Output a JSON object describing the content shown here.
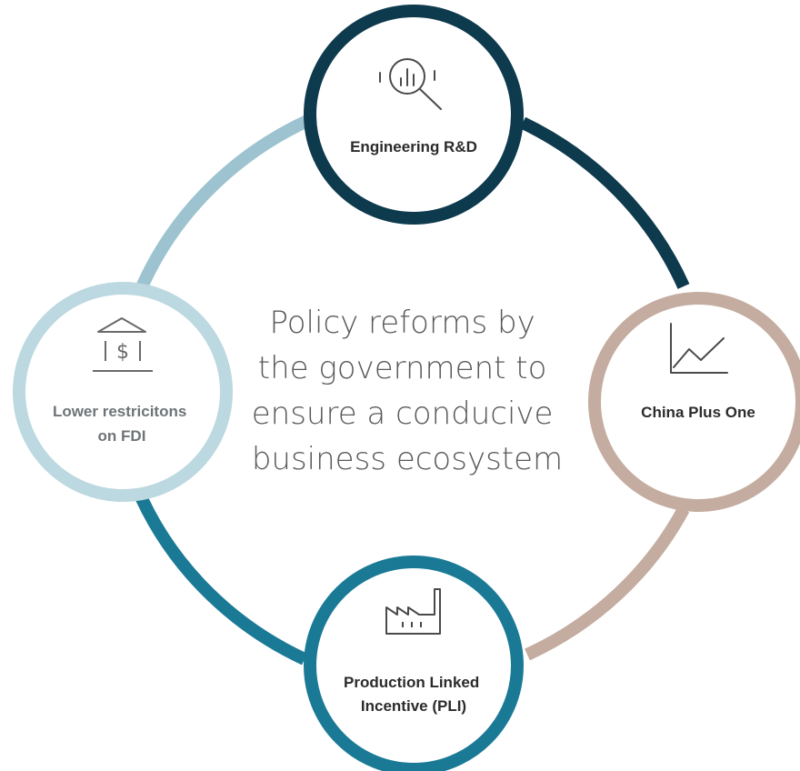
{
  "center": {
    "lines": [
      "Policy reforms by",
      "the government to",
      "ensure a conducive",
      "business ecosystem"
    ]
  },
  "nodes": {
    "engineering": {
      "label_lines": [
        "Engineering R&D"
      ],
      "icon": "magnifier-chart-icon",
      "color": "#0e3a4d"
    },
    "china": {
      "label_lines": [
        "China Plus One"
      ],
      "icon": "line-chart-icon",
      "color": "#c4aca0"
    },
    "pli": {
      "label_lines": [
        "Production Linked",
        "Incentive (PLI)"
      ],
      "icon": "factory-icon",
      "color": "#1a7a96"
    },
    "fdi": {
      "label_lines": [
        "Lower restricitons",
        "on FDI"
      ],
      "icon": "bank-dollar-icon",
      "color": "#bcd8e0"
    }
  },
  "arcs": {
    "top_right": "#0e3a4d",
    "bottom_right": "#c4aca0",
    "bottom_left": "#1a7a96",
    "top_left": "#9cc3cf"
  }
}
